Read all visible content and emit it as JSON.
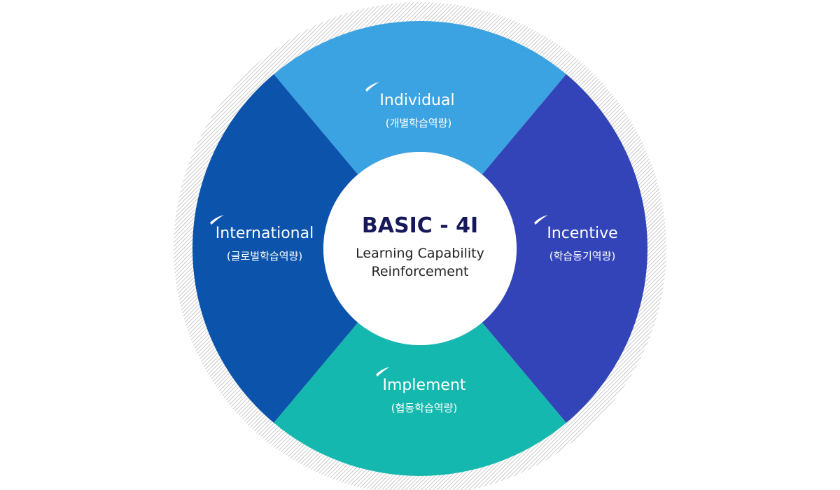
{
  "center": {
    "title": "BASIC - 4I",
    "subtitle_line1": "Learning Capability",
    "subtitle_line2": "Reinforcement"
  },
  "segments": [
    {
      "key": "top",
      "title": "Individual",
      "subtitle": "(개별학습역량)",
      "color": "#3ba3e2"
    },
    {
      "key": "right",
      "title": "Incentive",
      "subtitle": "(학습동기역량)",
      "color": "#3244b8"
    },
    {
      "key": "bottom",
      "title": "Implement",
      "subtitle": "(협동학습역량)",
      "color": "#15b8ae"
    },
    {
      "key": "left",
      "title": "International",
      "subtitle": "(글로벌학습역량)",
      "color": "#0b53ab"
    }
  ],
  "colors": {
    "hatch": "#b3b3b3",
    "center_fill": "#ffffff",
    "center_title": "#16185a"
  }
}
